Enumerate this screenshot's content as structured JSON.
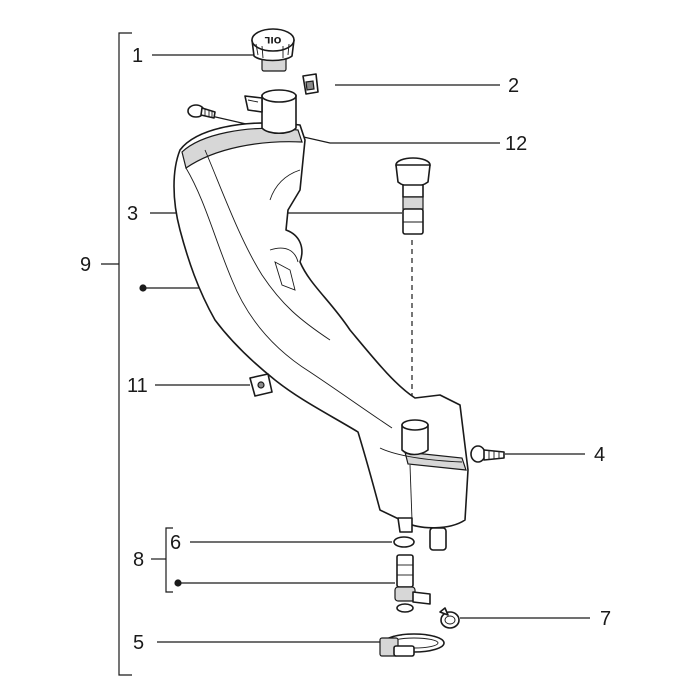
{
  "diagram": {
    "cap_text": "OIL",
    "callouts": {
      "c1": "1",
      "c2": "2",
      "c3": "3",
      "c4": "4",
      "c5": "5",
      "c6": "6",
      "c7": "7",
      "c8": "8",
      "c9": "9",
      "c11": "11",
      "c12": "12"
    }
  }
}
